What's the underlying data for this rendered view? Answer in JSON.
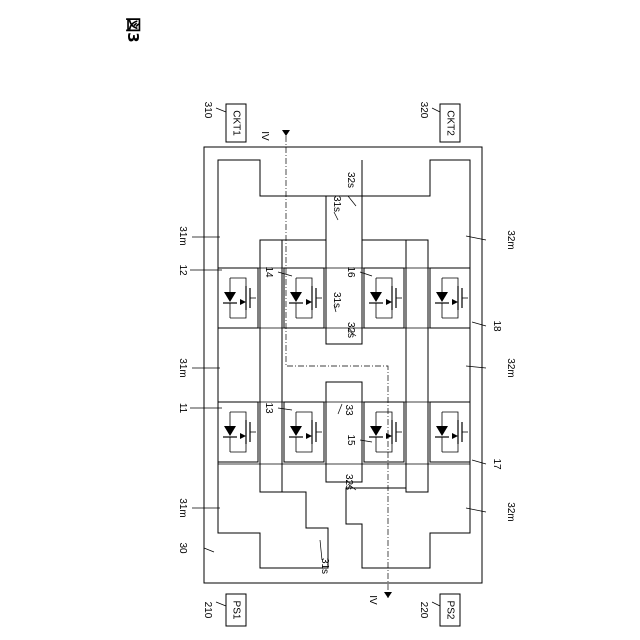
{
  "figure": {
    "title": "図3"
  },
  "boxes": {
    "ckt1": "CKT1",
    "ckt2": "CKT2",
    "ps1": "PS1",
    "ps2": "PS2"
  },
  "refs": {
    "r310": "310",
    "r320": "320",
    "r210": "210",
    "r220": "220",
    "r30": "30",
    "r11": "11",
    "r12": "12",
    "r13": "13",
    "r14": "14",
    "r15": "15",
    "r16": "16",
    "r17": "17",
    "r18": "18",
    "r33": "33",
    "r31m_top": "31m",
    "r31m_mid": "31m",
    "r31m_bot": "31m",
    "r32m_top": "32m",
    "r32m_mid": "32m",
    "r32m_bot": "32m",
    "r31s_a": "31s",
    "r31s_b": "31s",
    "r31s_c": "31s",
    "r32s_a": "32s",
    "r32s_b": "32s",
    "r32s_c": "32s",
    "iv_top": "IV",
    "iv_bottom": "IV"
  }
}
